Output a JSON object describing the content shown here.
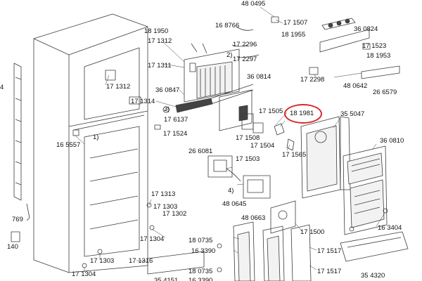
{
  "diagram": {
    "labels": [
      {
        "text": "48 0495"
      },
      {
        "text": "16 8766"
      },
      {
        "text": "17 1507"
      },
      {
        "text": "18 1950"
      },
      {
        "text": "18 1955"
      },
      {
        "text": "36 0824"
      },
      {
        "text": "17 1312"
      },
      {
        "text": "17 2296"
      },
      {
        "text": "17 1523"
      },
      {
        "text": "2)"
      },
      {
        "text": "17 2297"
      },
      {
        "text": "18 1953"
      },
      {
        "text": "17 1311"
      },
      {
        "text": "17 2298"
      },
      {
        "text": "48 0642"
      },
      {
        "text": "17 1312"
      },
      {
        "text": "36 0814"
      },
      {
        "text": "26 6579"
      },
      {
        "text": "36 0847"
      },
      {
        "text": "17 1314"
      },
      {
        "text": "3)"
      },
      {
        "text": "17 1505"
      },
      {
        "text": "18 1981"
      },
      {
        "text": "35 5047"
      },
      {
        "text": "17 6137"
      },
      {
        "text": "17 1524"
      },
      {
        "text": "1)"
      },
      {
        "text": "17 1508"
      },
      {
        "text": "17 1504"
      },
      {
        "text": "16 5557"
      },
      {
        "text": "36 0810"
      },
      {
        "text": "17 1565"
      },
      {
        "text": "26 6081"
      },
      {
        "text": "17 1503"
      },
      {
        "text": "4)"
      },
      {
        "text": "17 1313"
      },
      {
        "text": "48 0645"
      },
      {
        "text": "17 1303"
      },
      {
        "text": "17 1302"
      },
      {
        "text": "48 0663"
      },
      {
        "text": "17 1500"
      },
      {
        "text": "16 3404"
      },
      {
        "text": "17 1304"
      },
      {
        "text": "18 0735"
      },
      {
        "text": "16 3390"
      },
      {
        "text": "17 1517"
      },
      {
        "text": "17 1303"
      },
      {
        "text": "17 1316"
      },
      {
        "text": "18 0735"
      },
      {
        "text": "17 1517"
      },
      {
        "text": "17 1304"
      },
      {
        "text": "35 4320"
      },
      {
        "text": "35 4151"
      },
      {
        "text": "16 3390"
      },
      {
        "text": "769"
      },
      {
        "text": "140"
      },
      {
        "text": "4"
      }
    ],
    "highlight_label": "18 1981",
    "colors": {
      "line": "#3a3a3a",
      "highlight": "#d9262c",
      "fill_dark": "#444444",
      "fill_light": "#f2f2f2"
    }
  }
}
